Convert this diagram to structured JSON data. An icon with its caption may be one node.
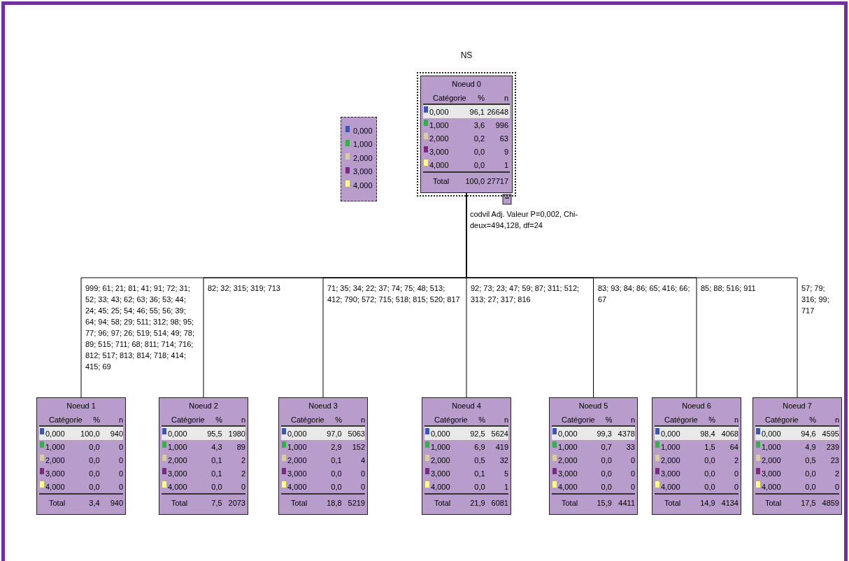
{
  "diagram": {
    "title": "NS",
    "nodes": [
      {
        "text": [
          "Noeud 0",
          "Catégorie",
          "%",
          "n",
          "0,000",
          "96,1",
          "26648",
          "1,000",
          "3,6",
          "996",
          "2,000",
          "0,2",
          "63",
          "3,000",
          "0,0",
          "9",
          "4,000",
          "0,0",
          "1",
          "Total",
          "100,0",
          "27717"
        ],
        "beside": [
          "codvil Adj. Valeur P=0,002, Chi-deux=494,128, df=24"
        ]
      },
      {
        "text": [
          "Noeud 1",
          "Catégorie",
          "%",
          "n",
          "0,000",
          "100,0",
          "940",
          "1,000",
          "0,0",
          "0",
          "2,000",
          "0,0",
          "0",
          "3,000",
          "0,0",
          "0",
          "4,000",
          "0,0",
          "0",
          "Total",
          "3,4",
          "940"
        ]
      },
      {
        "text": [
          "Noeud 2",
          "Catégorie",
          "%",
          "n",
          "0,000",
          "95,5",
          "1980",
          "1,000",
          "4,3",
          "89",
          "2,000",
          "0,1",
          "2",
          "3,000",
          "0,1",
          "2",
          "4,000",
          "0,0",
          "0",
          "Total",
          "7,5",
          "2073"
        ]
      },
      {
        "text": [
          "Noeud 3",
          "Catégorie",
          "%",
          "n",
          "0,000",
          "97,0",
          "5063",
          "1,000",
          "2,9",
          "152",
          "2,000",
          "0,1",
          "4",
          "3,000",
          "0,0",
          "0",
          "4,000",
          "0,0",
          "0",
          "Total",
          "18,8",
          "5219"
        ]
      },
      {
        "text": [
          "Noeud 4",
          "Catégorie",
          "%",
          "n",
          "0,000",
          "92,5",
          "5624",
          "1,000",
          "6,9",
          "419",
          "2,000",
          "0,5",
          "32",
          "3,000",
          "0,1",
          "5",
          "4,000",
          "0,0",
          "1",
          "Total",
          "21,9",
          "6081"
        ]
      },
      {
        "text": [
          "Noeud 5",
          "Catégorie",
          "%",
          "n",
          "0,000",
          "99,3",
          "4378",
          "1,000",
          "0,7",
          "33",
          "2,000",
          "0,0",
          "0",
          "3,000",
          "0,0",
          "0",
          "4,000",
          "0,0",
          "0",
          "Total",
          "15,9",
          "4411"
        ]
      },
      {
        "text": [
          "Noeud 6",
          "Catégorie",
          "%",
          "n",
          "0,000",
          "98,4",
          "4068",
          "1,000",
          "1,5",
          "64",
          "2,000",
          "0,0",
          "2",
          "3,000",
          "0,0",
          "0",
          "4,000",
          "0,0",
          "0",
          "Total",
          "14,9",
          "4134"
        ]
      },
      {
        "text": [
          "Noeud 7",
          "Catégorie",
          "%",
          "n",
          "0,000",
          "94,6",
          "4595",
          "1,000",
          "4,9",
          "239",
          "2,000",
          "0,5",
          "23",
          "3,000",
          "0,0",
          "2",
          "4,000",
          "0,0",
          "0",
          "Total",
          "17,5",
          "4859"
        ]
      }
    ],
    "edges": [
      {
        "from": 0,
        "to": 1,
        "arrow": "none",
        "label": "999; 61; 21; 81; 41; 91; 72; 31; 52; 33; 43; 62; 63; 36; 53; 44; 24; 45; 25; 54; 46; 55; 56; 39; 64; 94; 58; 29; 511; 312; 98; 95; 77; 96; 97; 26; 519; 514; 49; 78; 89; 515; 711; 68; 811; 714; 716; 812; 517; 813; 814; 718; 414; 415; 69"
      },
      {
        "from": 0,
        "to": 2,
        "arrow": "none",
        "label": "82; 32; 315; 319; 713"
      },
      {
        "from": 0,
        "to": 3,
        "arrow": "none",
        "label": "71; 35; 34; 22; 37; 74; 75; 48; 513; 412; 790; 572; 715; 518; 815; 520; 817"
      },
      {
        "from": 0,
        "to": 4,
        "arrow": "none",
        "label": "92; 73; 23; 47; 59; 87; 311; 512; 313; 27; 317; 816"
      },
      {
        "from": 0,
        "to": 5,
        "arrow": "none",
        "label": "83; 93; 84; 86; 65; 416; 66; 67"
      },
      {
        "from": 0,
        "to": 6,
        "arrow": "none",
        "label": "85; 88; 516; 911"
      },
      {
        "from": 0,
        "to": 7,
        "arrow": "none",
        "label": "57; 79; 316; 99; 717"
      }
    ],
    "legend": [
      {
        "text": "0,000",
        "color": "#3f55b5"
      },
      {
        "text": "1,000",
        "color": "#2fb443"
      },
      {
        "text": "2,000",
        "color": "#d6cf9a"
      },
      {
        "text": "3,000",
        "color": "#7b2a7e"
      },
      {
        "text": "4,000",
        "color": "#ffff80"
      }
    ]
  }
}
